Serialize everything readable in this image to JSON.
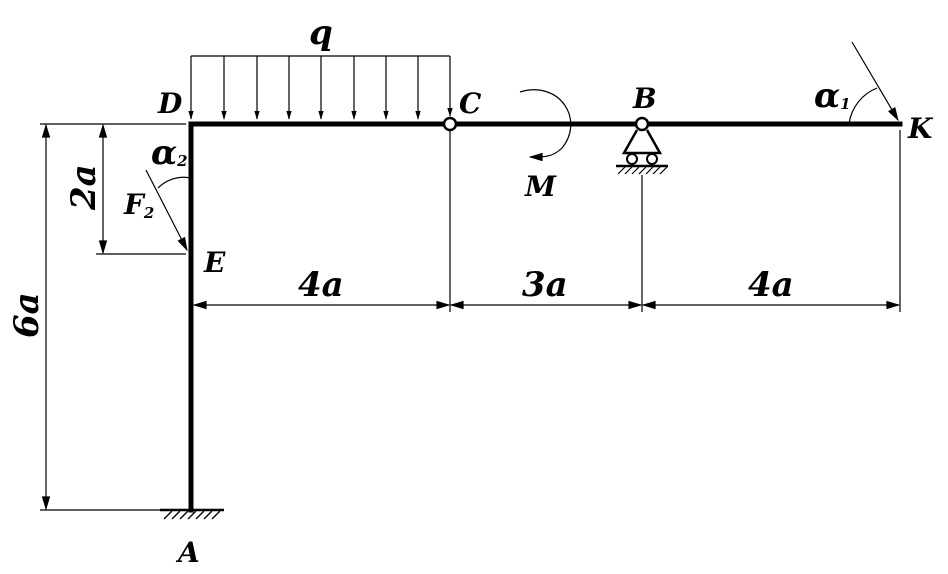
{
  "diagram": {
    "points": {
      "A": "A",
      "B": "B",
      "C": "C",
      "D": "D",
      "E": "E",
      "K": "K"
    },
    "loads": {
      "q": "q",
      "M": "M",
      "F2_main": "F",
      "F2_sub": "2",
      "alpha1_main": "α",
      "alpha1_sub": "1",
      "alpha2_main": "α",
      "alpha2_sub": "2"
    },
    "dimensions": {
      "DC": "4a",
      "CB": "3a",
      "BK": "4a",
      "DE": "2a",
      "DA": "6a"
    }
  }
}
